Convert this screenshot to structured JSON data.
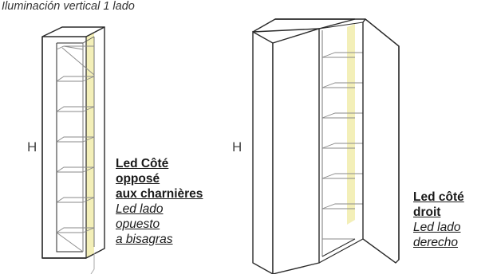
{
  "title": "Iluminación vertical 1 lado",
  "height_label": "H",
  "cabinet_left": {
    "caption_fr": [
      "Led Côté",
      "opposé",
      "aux charnières"
    ],
    "caption_es": [
      "Led lado",
      "opuesto",
      "a bisagras"
    ]
  },
  "cabinet_right": {
    "caption_fr": [
      "Led côté",
      "droit"
    ],
    "caption_es": [
      "Led lado",
      "derecho"
    ]
  },
  "colors": {
    "led": "#f3efb8",
    "line": "#2a2a2a",
    "thin": "#8a8a8a"
  }
}
